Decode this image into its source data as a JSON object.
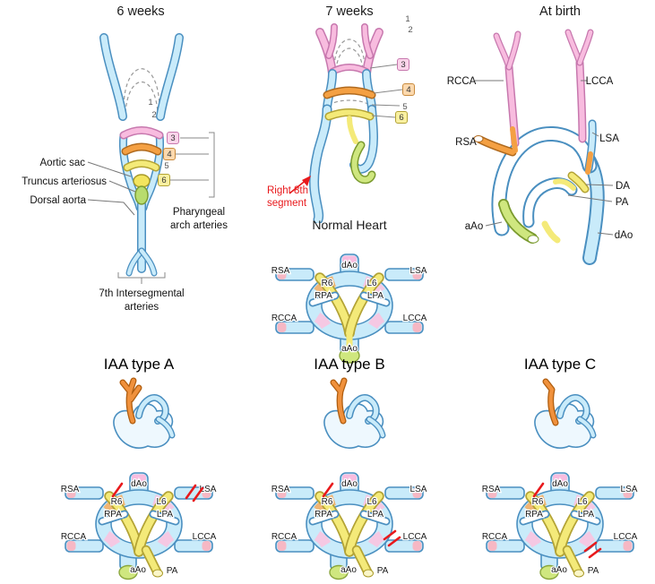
{
  "titles": {
    "six_weeks": "6 weeks",
    "seven_weeks": "7 weeks",
    "at_birth": "At birth",
    "normal_heart": "Normal Heart",
    "iaa_a": "IAA type A",
    "iaa_b": "IAA type B",
    "iaa_c": "IAA type C"
  },
  "arch_numbers": {
    "n1": "1",
    "n2": "2",
    "n3": "3",
    "n4": "4",
    "n5": "5",
    "n6": "6"
  },
  "six_weeks": {
    "labels": {
      "aortic_sac": "Aortic sac",
      "truncus": "Truncus arteriosus",
      "dorsal_aorta": "Dorsal aorta",
      "pharyngeal_line1": "Pharyngeal",
      "pharyngeal_line2": "arch  arteries",
      "intersegmental_line1": "7th Intersegmental",
      "intersegmental_line2": "arteries"
    }
  },
  "seven_weeks": {
    "right8_line1": "Right 8th",
    "right8_line2": "segment"
  },
  "at_birth": {
    "labels": {
      "rcca": "RCCA",
      "lcca": "LCCA",
      "rsa": "RSA",
      "lsa": "LSA",
      "da": "DA",
      "pa": "PA",
      "aao": "aAo",
      "dao": "dAo"
    }
  },
  "hub": {
    "rsa": "RSA",
    "dao": "dAo",
    "lsa": "LSA",
    "r6": "R6",
    "l6": "L6",
    "rpa": "RPA",
    "lpa": "LPA",
    "rcca": "RCCA",
    "lcca": "LCCA",
    "aao": "aAo",
    "pa": "PA"
  },
  "colors": {
    "vessel_fill": "#c9ebfa",
    "vessel_outline": "#4a8fc0",
    "pink": "#f8bcdf",
    "orange": "#f4a043",
    "yellow": "#f3e55e",
    "green": "#cfe77f",
    "interruption_red": "#e8191c"
  }
}
